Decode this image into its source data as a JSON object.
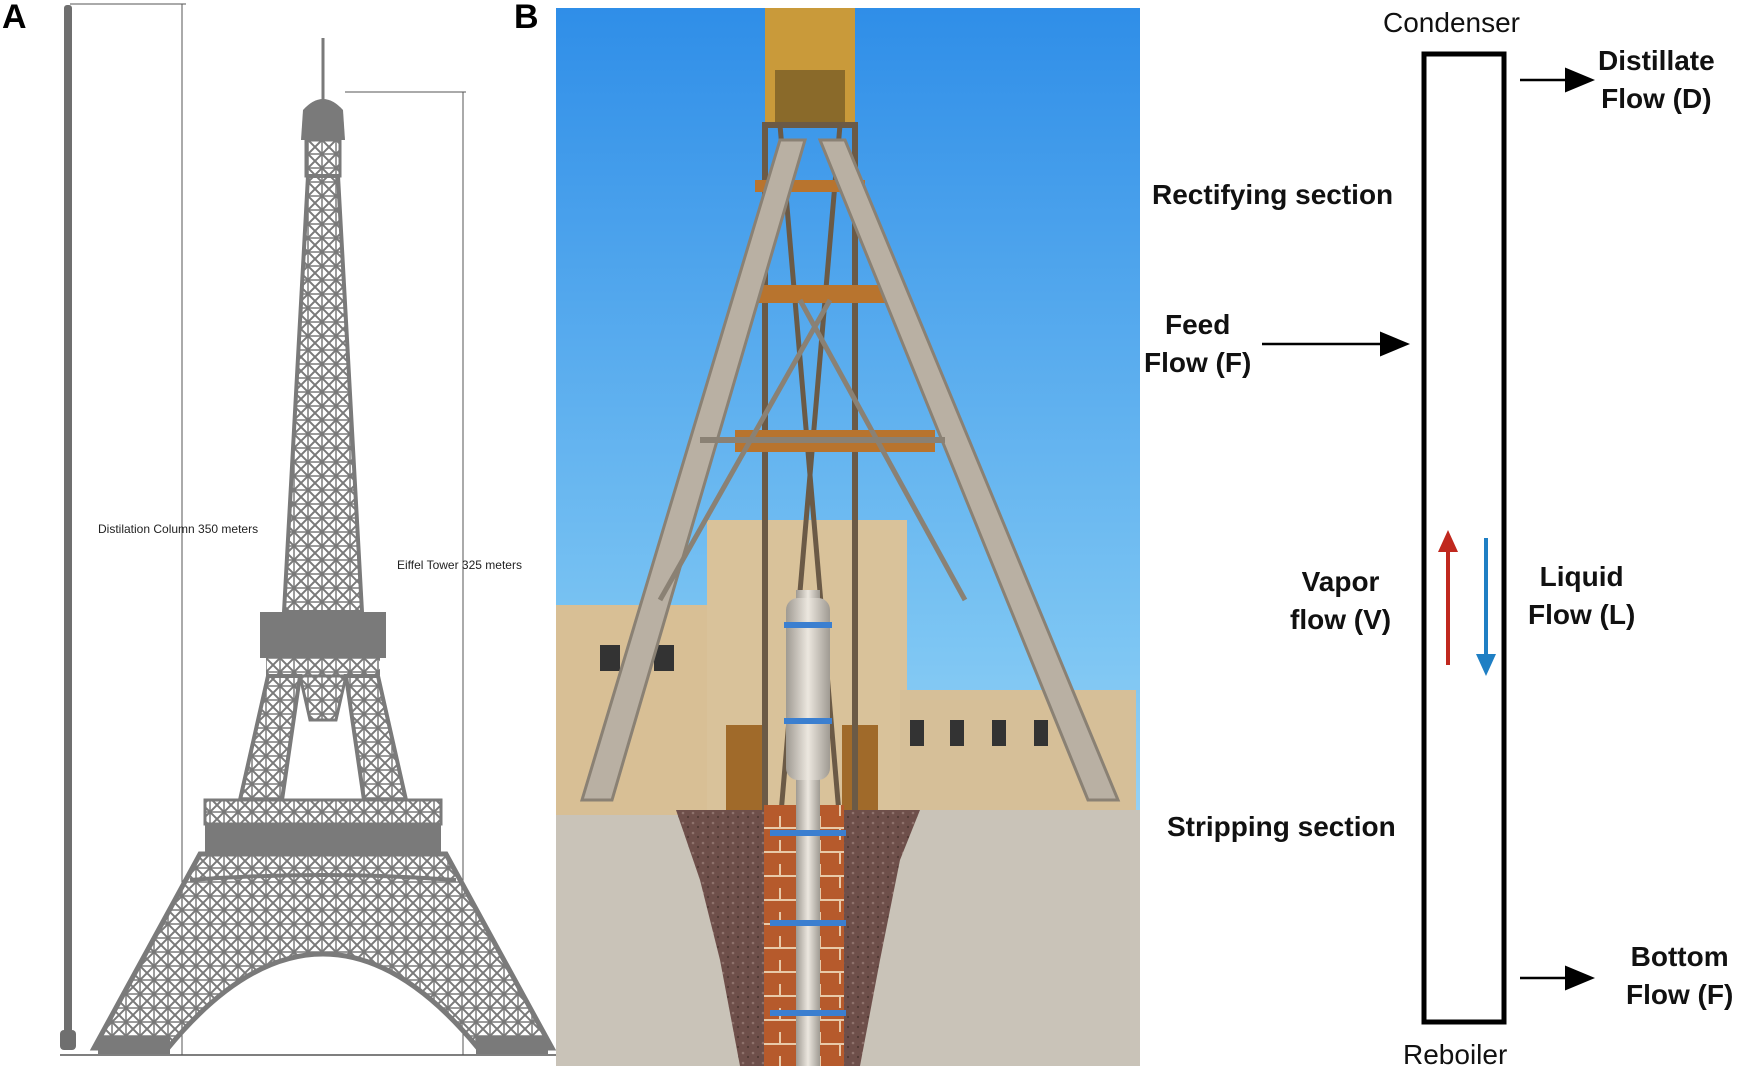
{
  "panels": {
    "a": "A",
    "b": "B"
  },
  "panel_a": {
    "column_label": "Distilation Column 350 meters",
    "tower_label": "Eiffel Tower 325 meters"
  },
  "panel_c": {
    "condenser": "Condenser",
    "reboiler": "Reboiler",
    "distillate_line1": "Distillate",
    "distillate_line2": "Flow (D)",
    "rectifying": "Rectifying section",
    "feed_line1": "Feed",
    "feed_line2": "Flow (F)",
    "vapor_line1": "Vapor",
    "vapor_line2": "flow (V)",
    "liquid_line1": "Liquid",
    "liquid_line2": "Flow (L)",
    "stripping": "Stripping section",
    "bottom_line1": "Bottom",
    "bottom_line2": "Flow (F)"
  },
  "colors": {
    "tower_gray": "#7a7a7a",
    "sky_top": "#2f8ee8",
    "sky_bottom": "#9fd7f2",
    "vapor_arrow": "#c0281e",
    "liquid_arrow": "#1f7fc4"
  }
}
